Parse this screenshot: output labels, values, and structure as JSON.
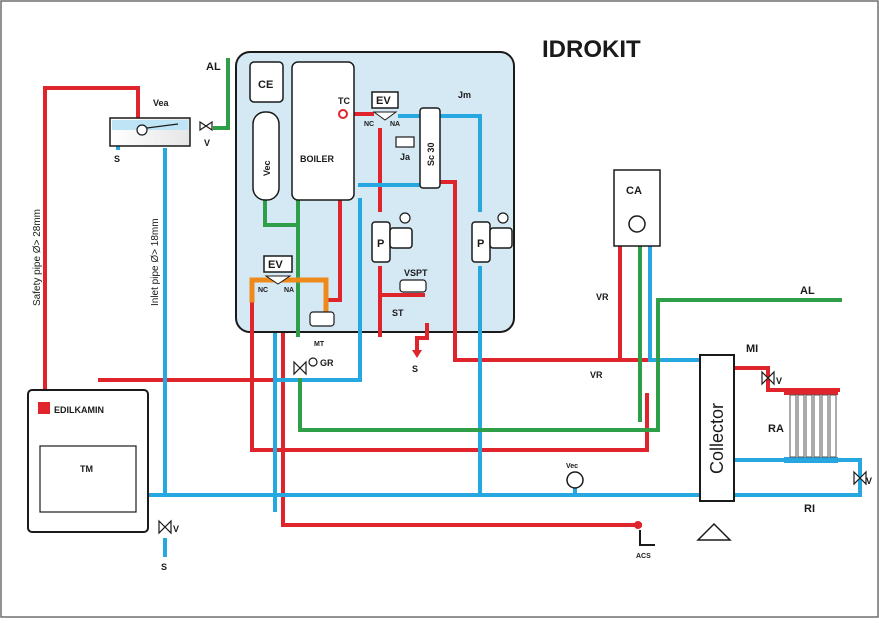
{
  "title": "IDROKIT",
  "labels": {
    "al_top": "AL",
    "vea": "Vea",
    "v_top": "V",
    "s_left": "S",
    "safety_pipe": "Safety pipe Ø> 28mm",
    "inlet_pipe": "Inlet pipe Ø> 18mm",
    "ce": "CE",
    "vec_tank": "Vec",
    "boiler": "BOILER",
    "tc": "TC",
    "ev_top": "EV",
    "nc_top": "NC",
    "na_top": "NA",
    "jm": "Jm",
    "ja": "Ja",
    "sc30": "Sc 30",
    "p_left": "P",
    "p_right": "P",
    "ev_left": "EV",
    "nc_left": "NC",
    "na_left": "NA",
    "vspt": "VSPT",
    "st": "ST",
    "mt": "MT",
    "gr": "GR",
    "s_mid": "S",
    "ca": "CA",
    "vr_top": "VR",
    "vr_bottom": "VR",
    "al_right": "AL",
    "mi": "MI",
    "v_mi": "V",
    "ra": "RA",
    "collector": "Collector",
    "v_ri": "V",
    "ri": "RI",
    "edilkamin": "EDILKAMIN",
    "tm": "TM",
    "v_bottom": "V",
    "s_bottom": "S",
    "vec_gauge": "Vec",
    "acs": "ACS"
  },
  "colors": {
    "hot": "#e0242c",
    "cold": "#27a7e0",
    "green": "#2e9e48",
    "orange": "#ee8a1c",
    "panel": "#d5e9f5",
    "black": "#1a1a1a"
  }
}
